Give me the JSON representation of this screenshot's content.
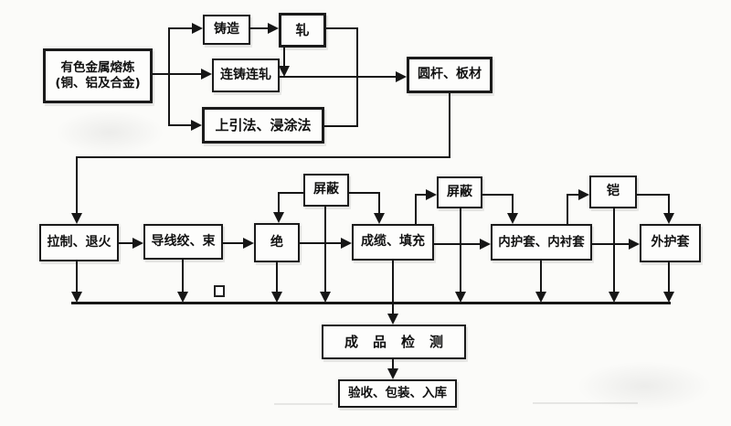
{
  "nodes": {
    "smelting_line1": "有色金属熔炼",
    "smelting_line2": "(铜、铝及合金)",
    "casting": "铸造",
    "rolling": "轧",
    "continuous_cast_roll": "连铸连轧",
    "updraw_dipcoat": "上引法、浸涂法",
    "rod_plate": "圆杆、板材",
    "drawing_annealing": "拉制、退火",
    "conductor_stranding": "导线绞、束",
    "insulation": "绝",
    "shield_left": "屏蔽",
    "cabling_filling": "成缆、填充",
    "shield_right": "屏蔽",
    "inner_sheath_liner": "内护套、内衬套",
    "armoring": "铠",
    "outer_sheath": "外护套",
    "product_inspection": "成品检测",
    "acceptance_packing_storage": "验收、包装、入库"
  },
  "colors": {
    "line": "#161616",
    "box_border": "#1a1a1a",
    "background": "#fbfbf9",
    "text": "#111111"
  }
}
